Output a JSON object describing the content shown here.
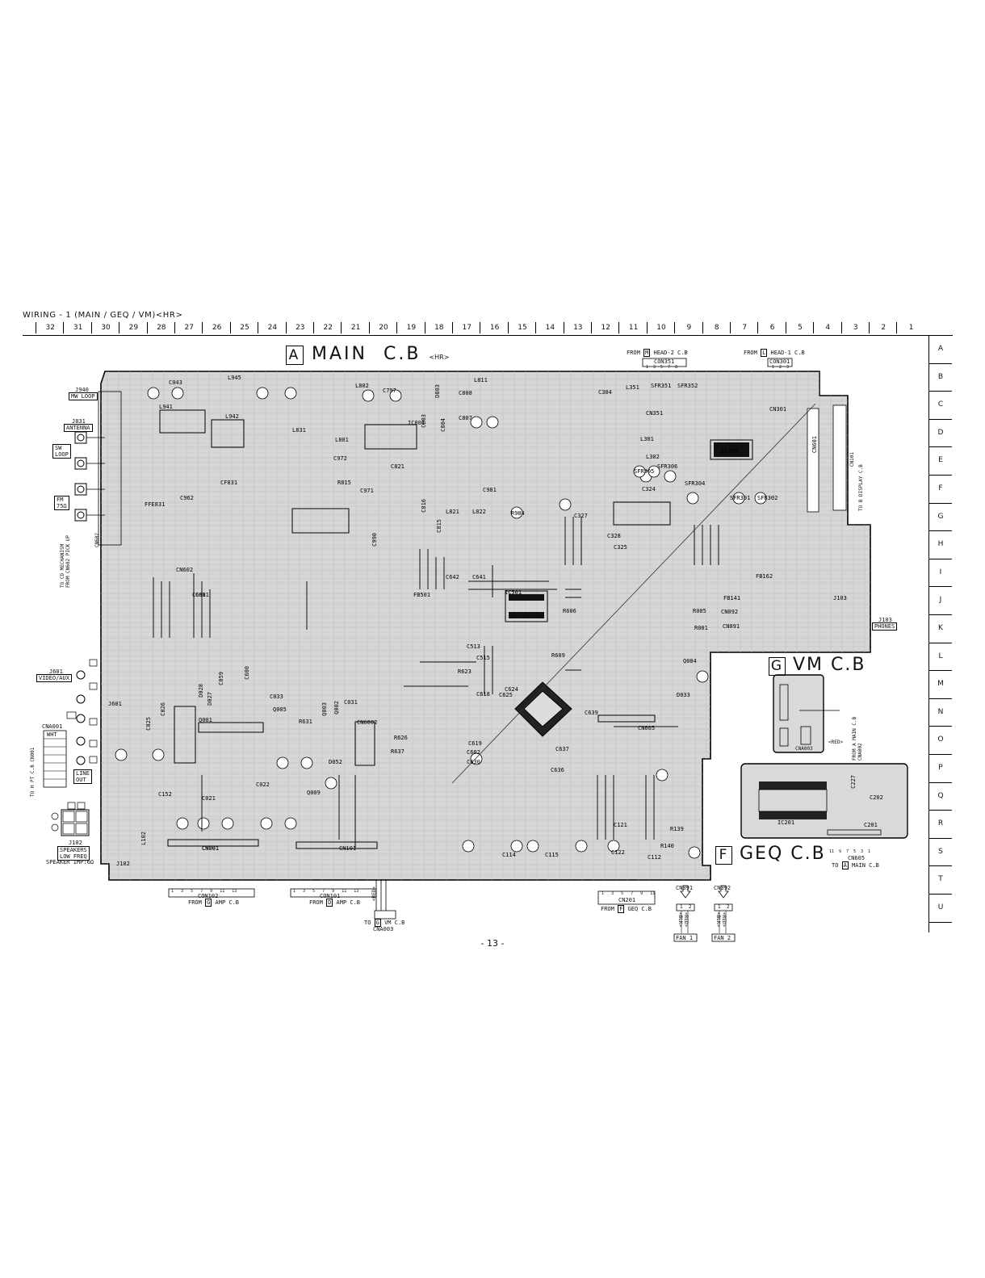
{
  "title": "WIRING - 1 (MAIN / GEQ / VM)<HR>",
  "page_number": "- 13 -",
  "columns": [
    "32",
    "31",
    "30",
    "29",
    "28",
    "27",
    "26",
    "25",
    "24",
    "23",
    "22",
    "21",
    "20",
    "19",
    "18",
    "17",
    "16",
    "15",
    "14",
    "13",
    "12",
    "11",
    "10",
    "9",
    "8",
    "7",
    "6",
    "5",
    "4",
    "3",
    "2",
    "1"
  ],
  "rows": [
    "A",
    "B",
    "C",
    "D",
    "E",
    "F",
    "G",
    "H",
    "I",
    "J",
    "K",
    "L",
    "M",
    "N",
    "O",
    "P",
    "Q",
    "R",
    "S",
    "T",
    "U"
  ],
  "boards": {
    "main": {
      "letter": "A",
      "name": "MAIN  C.B",
      "suffix": "<HR>"
    },
    "vm": {
      "letter": "G",
      "name": "VM C.B"
    },
    "geq": {
      "letter": "F",
      "name": "GEQ C.B"
    }
  },
  "top_connectors": {
    "con351": {
      "from": "FROM",
      "board_letter": "M",
      "board": "HEAD-2 C.B",
      "id": "CON351",
      "pins": "1  3  5  7  8"
    },
    "con301": {
      "from": "FROM",
      "board_letter": "L",
      "board": "HEAD-1 C.B",
      "id": "CON301",
      "pins": "1  2  3"
    }
  },
  "bottom_connectors": {
    "con102": {
      "pins": "1   3   5   7   9   11   13",
      "id": "CON102",
      "from": "FROM",
      "board_letter": "G",
      "board": "AMP C.B"
    },
    "con101": {
      "pins": "1   3   5   7   9   11   13",
      "id": "CON101",
      "from": "FROM",
      "board_letter": "D",
      "board": "AMP C.B"
    },
    "vm": {
      "to": "TO",
      "board_letter": "G",
      "board": "VM C.B",
      "id": "CNA003",
      "wire": "<RED>"
    },
    "cn201": {
      "pins": "1   3   5   7   9   11",
      "id": "CN201",
      "from": "FROM",
      "board_letter": "F",
      "board": "GEQ C.B"
    },
    "cn091": {
      "id": "CN091",
      "pins": "1  2",
      "wires": "<RED> <BLK>",
      "fan": "FAN 1"
    },
    "cn092": {
      "id": "CN092",
      "pins": "1  2",
      "wires": "<RED> <BLK>",
      "fan": "FAN 2"
    },
    "cn605": {
      "pins": "11  9  7  5  3  1",
      "id": "CN605",
      "to": "TO",
      "board_letter": "A",
      "board": "MAIN C.B"
    }
  },
  "left_labels": {
    "j940": "J940",
    "mw_loop": "MW LOOP",
    "j831": "J831",
    "antenna": "ANTENNA",
    "sw_loop": "SW\nLOOP",
    "fm": "FM\n75Ω",
    "j601": "J601",
    "video_aux": "VIDEO/AUX",
    "cna001": "CNA001",
    "wht": "WHT",
    "to_pt": "TO H PT C.B CN001",
    "line_out": "LINE\nOUT",
    "j102": "J102",
    "speakers": "SPEAKERS\nLOW FREQ",
    "speaker_imp": "SPEAKER IMP:6Ω",
    "to_cd": "TO CD MECHANISM\nFROM CN602 PICK UP"
  },
  "right_labels": {
    "display": "TO B DISPLAY C.B",
    "cn101": "CN101",
    "j103": "J103",
    "phones": "PHONES",
    "from_main": "FROM A MAIN C.B\nCNA002",
    "red": "<RED>",
    "cna003": "CNA003"
  },
  "component_labels": {
    "ic501": "IC501",
    "ic801": "IC801",
    "ic303": "IC303",
    "ic201": "IC201",
    "cn601": "CN601",
    "cn602": "CN602",
    "cn001": "CN001",
    "cn101b": "CN101",
    "cn605b": "CN605",
    "cn6002": "CN6002",
    "c513": "C513",
    "c515": "C515",
    "c639": "C639",
    "c637": "C637",
    "c636": "C636",
    "fb501": "FB501",
    "fb162": "FB162",
    "fb141": "FB141",
    "j103b": "J103",
    "sfr304": "SFR304",
    "sfr302": "SFR302",
    "sfr301": "SFR301",
    "r005": "R005",
    "r001": "R001",
    "cn092b": "CN092",
    "cn091b": "CN091",
    "d033": "D033",
    "q084": "Q084",
    "l811": "L811",
    "l802": "L802",
    "c797": "C797",
    "l821": "L821",
    "l822": "L822",
    "r984": "R984",
    "c981": "C981",
    "l945": "L945",
    "l941": "L941",
    "l942": "L942",
    "cf831": "CF831",
    "ffe831": "FFE831",
    "c962": "C962",
    "r631": "R631",
    "c031": "C031",
    "c033": "C033",
    "q001": "Q001",
    "q009": "Q009",
    "c021": "C021",
    "c022": "C022",
    "c152": "C152",
    "l102": "L102",
    "c121": "C121",
    "c122": "C122",
    "c114": "C114",
    "c115": "C115",
    "c112": "C112",
    "r140": "R140",
    "r139": "R139",
    "c202": "C202",
    "c201": "C201",
    "c227": "C227",
    "c625": "C625",
    "c624": "C624",
    "c618": "C618",
    "c630": "C630",
    "c619": "C619",
    "r626": "R626",
    "r637": "R637",
    "c602": "C602",
    "r623": "R623",
    "c641": "C641",
    "c642": "C642",
    "r606": "R606",
    "r609": "R609",
    "c328": "C328",
    "c325": "C325",
    "c327": "C327",
    "c324": "C324",
    "sfr305": "SFR305",
    "sfr306": "SFR306",
    "sfr351": "SFR351",
    "sfr352": "SFR352",
    "l351": "L351",
    "cn301": "CN301",
    "cn351": "CN351",
    "l302": "L302",
    "l301": "L301",
    "c304": "C304",
    "c808": "C808",
    "c807": "C807",
    "l801": "L801",
    "c804": "C804",
    "c803": "C803",
    "d803": "D803",
    "c972": "C972",
    "c971": "C971",
    "c821": "C821",
    "c815": "C815",
    "c816": "C816",
    "r815": "R815",
    "c990": "C990",
    "l831": "L831",
    "c043": "C043",
    "c601": "C601",
    "c600": "C600",
    "q002": "Q002",
    "q003": "Q003",
    "q005": "Q005",
    "c059": "C059",
    "c025": "C025",
    "c026": "C026",
    "d028": "D028",
    "d027": "D027",
    "j601b": "J601",
    "j102b": "J102",
    "cn001b": "CN001",
    "c601b": "C601",
    "d052": "D052"
  }
}
